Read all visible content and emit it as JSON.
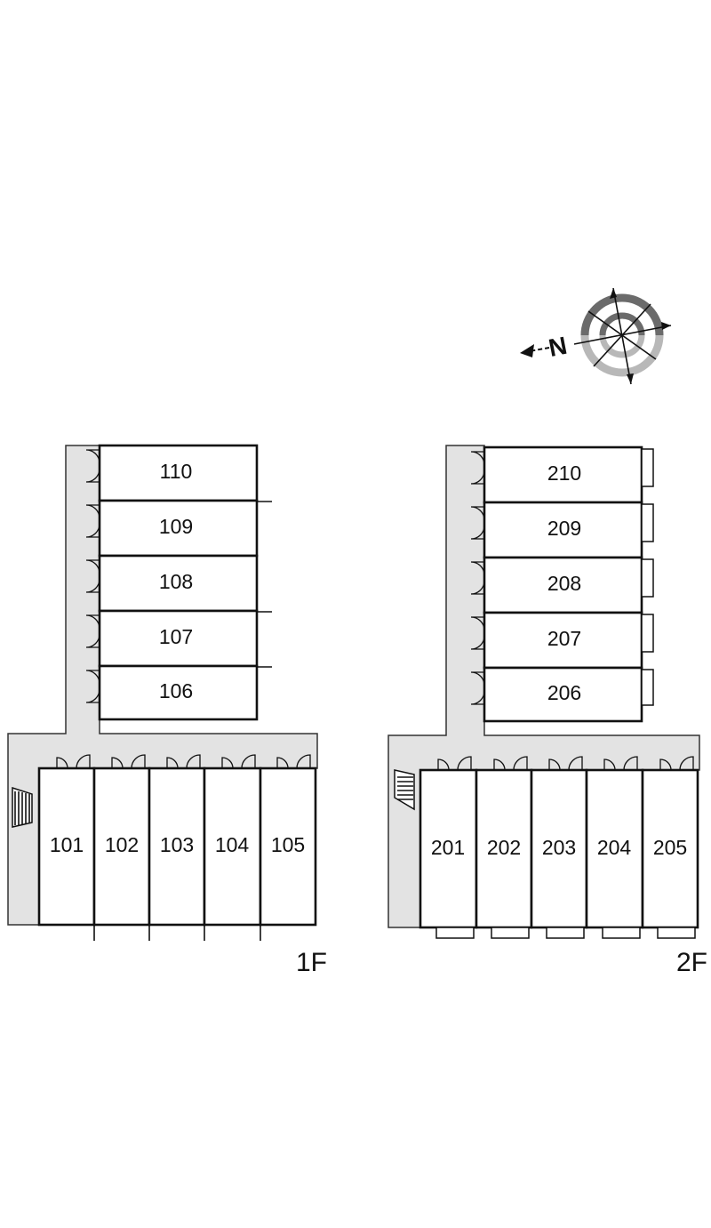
{
  "compass": {
    "north_symbol": "N"
  },
  "floors": [
    {
      "label": "1F",
      "wing_rooms": [
        "110",
        "109",
        "108",
        "107",
        "106"
      ],
      "row_rooms": [
        "101",
        "102",
        "103",
        "104",
        "105"
      ]
    },
    {
      "label": "2F",
      "wing_rooms": [
        "210",
        "209",
        "208",
        "207",
        "206"
      ],
      "row_rooms": [
        "201",
        "202",
        "203",
        "204",
        "205"
      ]
    }
  ],
  "colors": {
    "corridor": "#e3e3e3",
    "wall": "#111111",
    "compass_dark": "#6b6b6b",
    "compass_light": "#b8b8b8"
  }
}
